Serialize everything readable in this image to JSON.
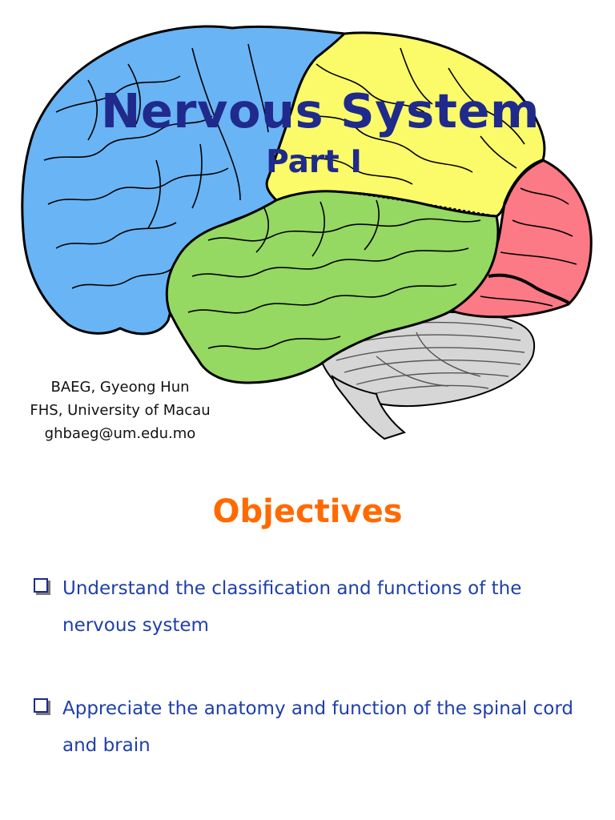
{
  "title": {
    "main": "Nervous System",
    "sub": "Part I"
  },
  "author": {
    "name": "BAEG, Gyeong Hun",
    "affiliation": "FHS, University of Macau",
    "email": "ghbaeg@um.edu.mo"
  },
  "objectives": {
    "heading": "Objectives",
    "items": [
      {
        "text": "Understand the classification and functions of the nervous system"
      },
      {
        "text": "Appreciate the anatomy and function of the spinal cord and brain"
      }
    ]
  },
  "colors": {
    "title": "#1f2a8c",
    "heading": "#ff6a00",
    "body_text": "#1f3faa",
    "frontal_lobe": "#69b4f5",
    "parietal_lobe": "#fbfb6a",
    "temporal_lobe": "#95d862",
    "occipital_lobe": "#fb7a85",
    "cerebellum": "#d6d6d6"
  },
  "icons": {
    "bullet": "checkbox-bullet-icon",
    "illustration": "brain-lobes-illustration"
  }
}
